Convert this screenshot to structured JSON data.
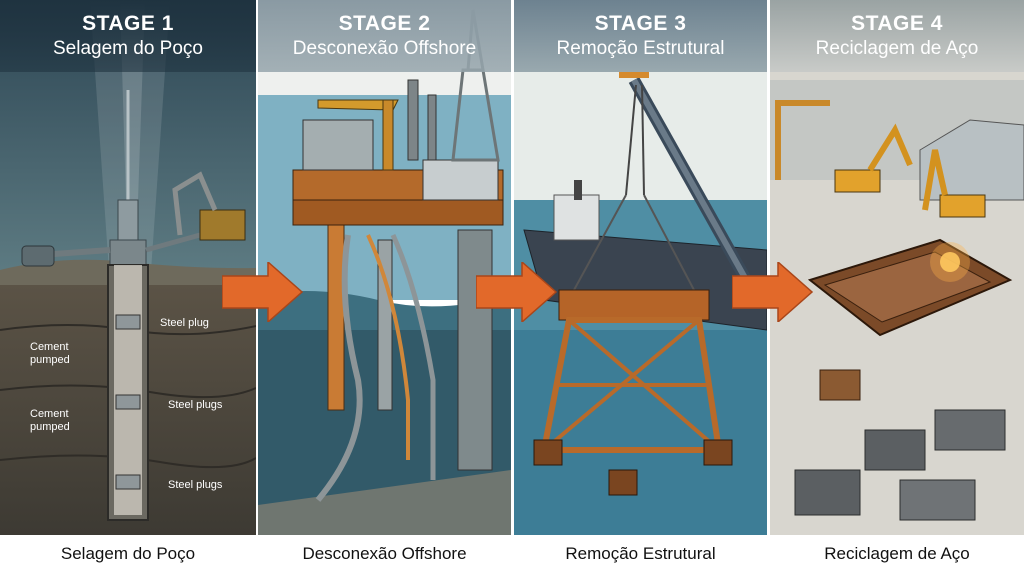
{
  "stages": [
    {
      "number": "STAGE 1",
      "title": "Selagem do Poço",
      "caption": "Selagem do Poço"
    },
    {
      "number": "STAGE 2",
      "title": "Desconexão Offshore",
      "caption": "Desconexão Offshore"
    },
    {
      "number": "STAGE 3",
      "title": "Remoção Estrutural",
      "caption": "Remoção Estrutural"
    },
    {
      "number": "STAGE 4",
      "title": "Reciclagem de Aço",
      "caption": "Reciclagem de Aço"
    }
  ],
  "well_labels": {
    "steel_plug": "Steel plug",
    "cement_1": "Cement pumped",
    "steel_plugs_1": "Steel plugs",
    "cement_2": "Cement pumped",
    "steel_plugs_2": "Steel plugs"
  },
  "colors": {
    "arrow": "#e2692a",
    "rust": "#c26a2a",
    "sea": "#3d7d96",
    "deep": "#2b4250"
  }
}
